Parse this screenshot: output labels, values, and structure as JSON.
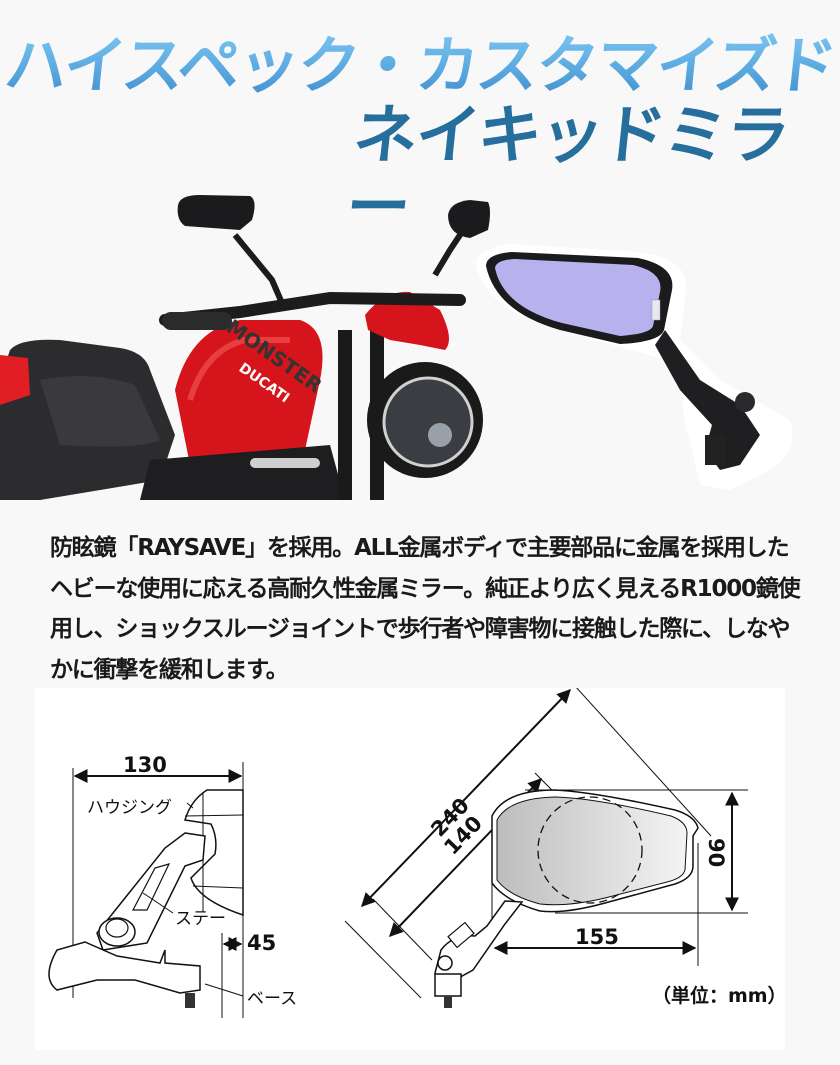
{
  "header": {
    "title_line1": "ハイスペック・カスタマイズド",
    "title_line2": "ネイキッドミラー",
    "colors": {
      "title_line1_gradient_top": "#7cc6f3",
      "title_line1_gradient_bottom": "#3f8ccc",
      "title_line2": "#266e9c"
    }
  },
  "photo": {
    "subject": "motorcycle-with-naked-mirrors",
    "bike_brand_text": "DUCATI",
    "bike_model_text": "MONSTER",
    "mirror_glass_color": "#b7b2ee"
  },
  "description": {
    "text": "防眩鏡「RAYSAVE」を採用。ALL金属ボディで主要部品に金属を採用したヘビーな使用に応える高耐久性金属ミラー。純正より広く見えるR1000鏡使用し、ショックスルージョイントで歩行者や障害物に接触した際に、しなやかに衝撃を緩和します。"
  },
  "diagram": {
    "side_view": {
      "dim_width": "130",
      "dim_offset": "45",
      "label_housing": "ハウジング",
      "label_stay": "ステー",
      "label_base": "ベース"
    },
    "front_view": {
      "dim_overall": "240",
      "dim_mirror_diag": "140",
      "dim_mirror_width": "155",
      "dim_mirror_height": "90"
    },
    "unit_label": "（単位：mm）"
  }
}
